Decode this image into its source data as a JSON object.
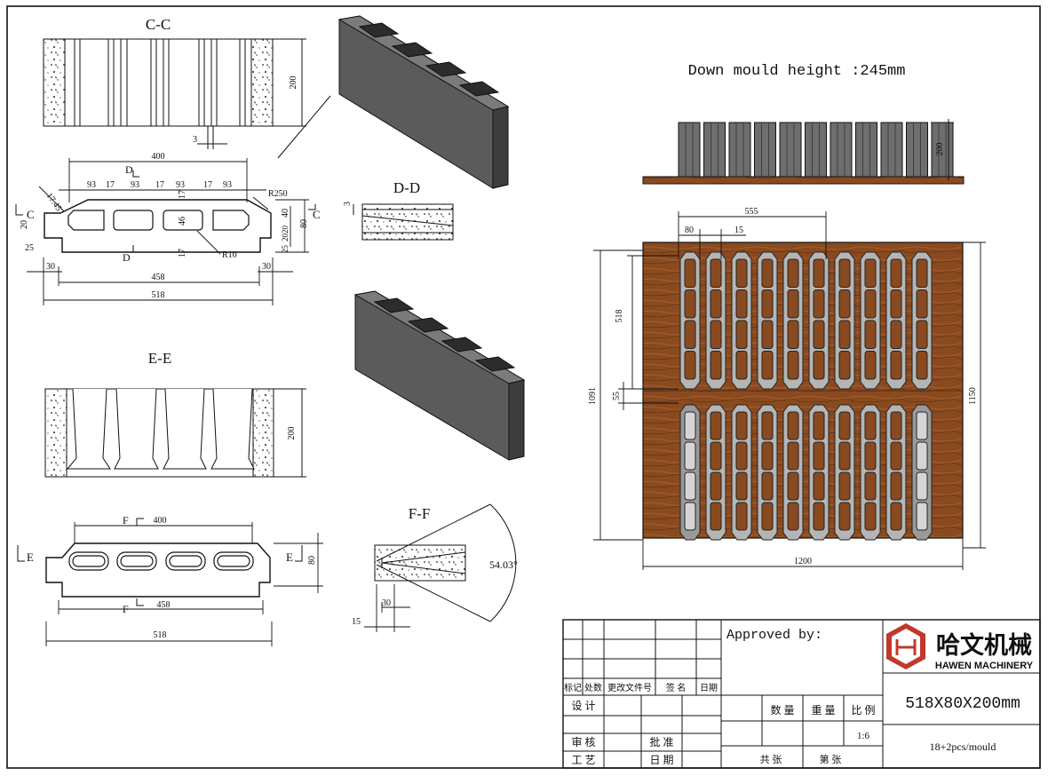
{
  "sections": {
    "cc": "C-C",
    "dd": "D-D",
    "ee": "E-E",
    "ff": "F-F"
  },
  "mould_height_note": "Down mould height :245mm",
  "top_view_dims": {
    "d400": "400",
    "d93_a": "93",
    "d17_a": "17",
    "d93_b": "93",
    "d17_b": "17",
    "d93_c": "93",
    "d17_c": "17",
    "d93_d": "93",
    "d458": "458",
    "d518": "518",
    "d30_l": "30",
    "d30_r": "30",
    "d25_l": "25",
    "d25_r": "25",
    "d20": "20",
    "d40": "40",
    "d80": "80",
    "d46": "46",
    "d17_v1": "17",
    "d17_v2": "17",
    "d2020": "2020",
    "d17_45": "17.45",
    "r250": "R250",
    "r10": "R10",
    "lbl_d_top": "D",
    "lbl_d_bot": "D",
    "lbl_c_l": "C",
    "lbl_c_r": "C"
  },
  "cc_dims": {
    "h200": "200",
    "t3": "3"
  },
  "dd_dims": {
    "t3": "3"
  },
  "ee_dims": {
    "h200": "200"
  },
  "bottom_view_dims": {
    "d400": "400",
    "d458": "458",
    "d518": "518",
    "d80": "80",
    "lbl_f_top": "F",
    "lbl_f_bot": "F",
    "lbl_e_l": "E",
    "lbl_e_r": "E"
  },
  "ff_dims": {
    "angle": "54.03°",
    "d30": "30",
    "d15": "15"
  },
  "mould_side_dims": {
    "h200": "200"
  },
  "mould_plan_dims": {
    "d555": "555",
    "d80": "80",
    "d15": "15",
    "d518": "518",
    "d1091": "1091",
    "d55": "55",
    "d1150": "1150",
    "d1200": "1200"
  },
  "title_block": {
    "approved_by": "Approved by:",
    "brand_cn": "哈文机械",
    "brand_en": "HAWEN MACHINERY",
    "product_size": "518X80X200mm",
    "per_mould": "18+2pcs/mould",
    "scale_value": "1:6",
    "rev_mark": "标记",
    "rev_count": "处数",
    "rev_doc": "更改文件号",
    "rev_sign": "签 名",
    "rev_date": "日期",
    "design": "设 计",
    "review": "审 核",
    "approve": "批 准",
    "craft": "工 艺",
    "date": "日 期",
    "quantity": "数 量",
    "weight": "重 量",
    "scale": "比 例",
    "total_sheets": "共 张",
    "sheet_no": "第 张"
  },
  "colors": {
    "line": "#111111",
    "concrete": "#6e6e6e",
    "concrete_dark": "#4d4d4d",
    "pallet": "#8a4a1f",
    "pallet_light": "#a35c2a",
    "brand_red": "#c0392b"
  }
}
